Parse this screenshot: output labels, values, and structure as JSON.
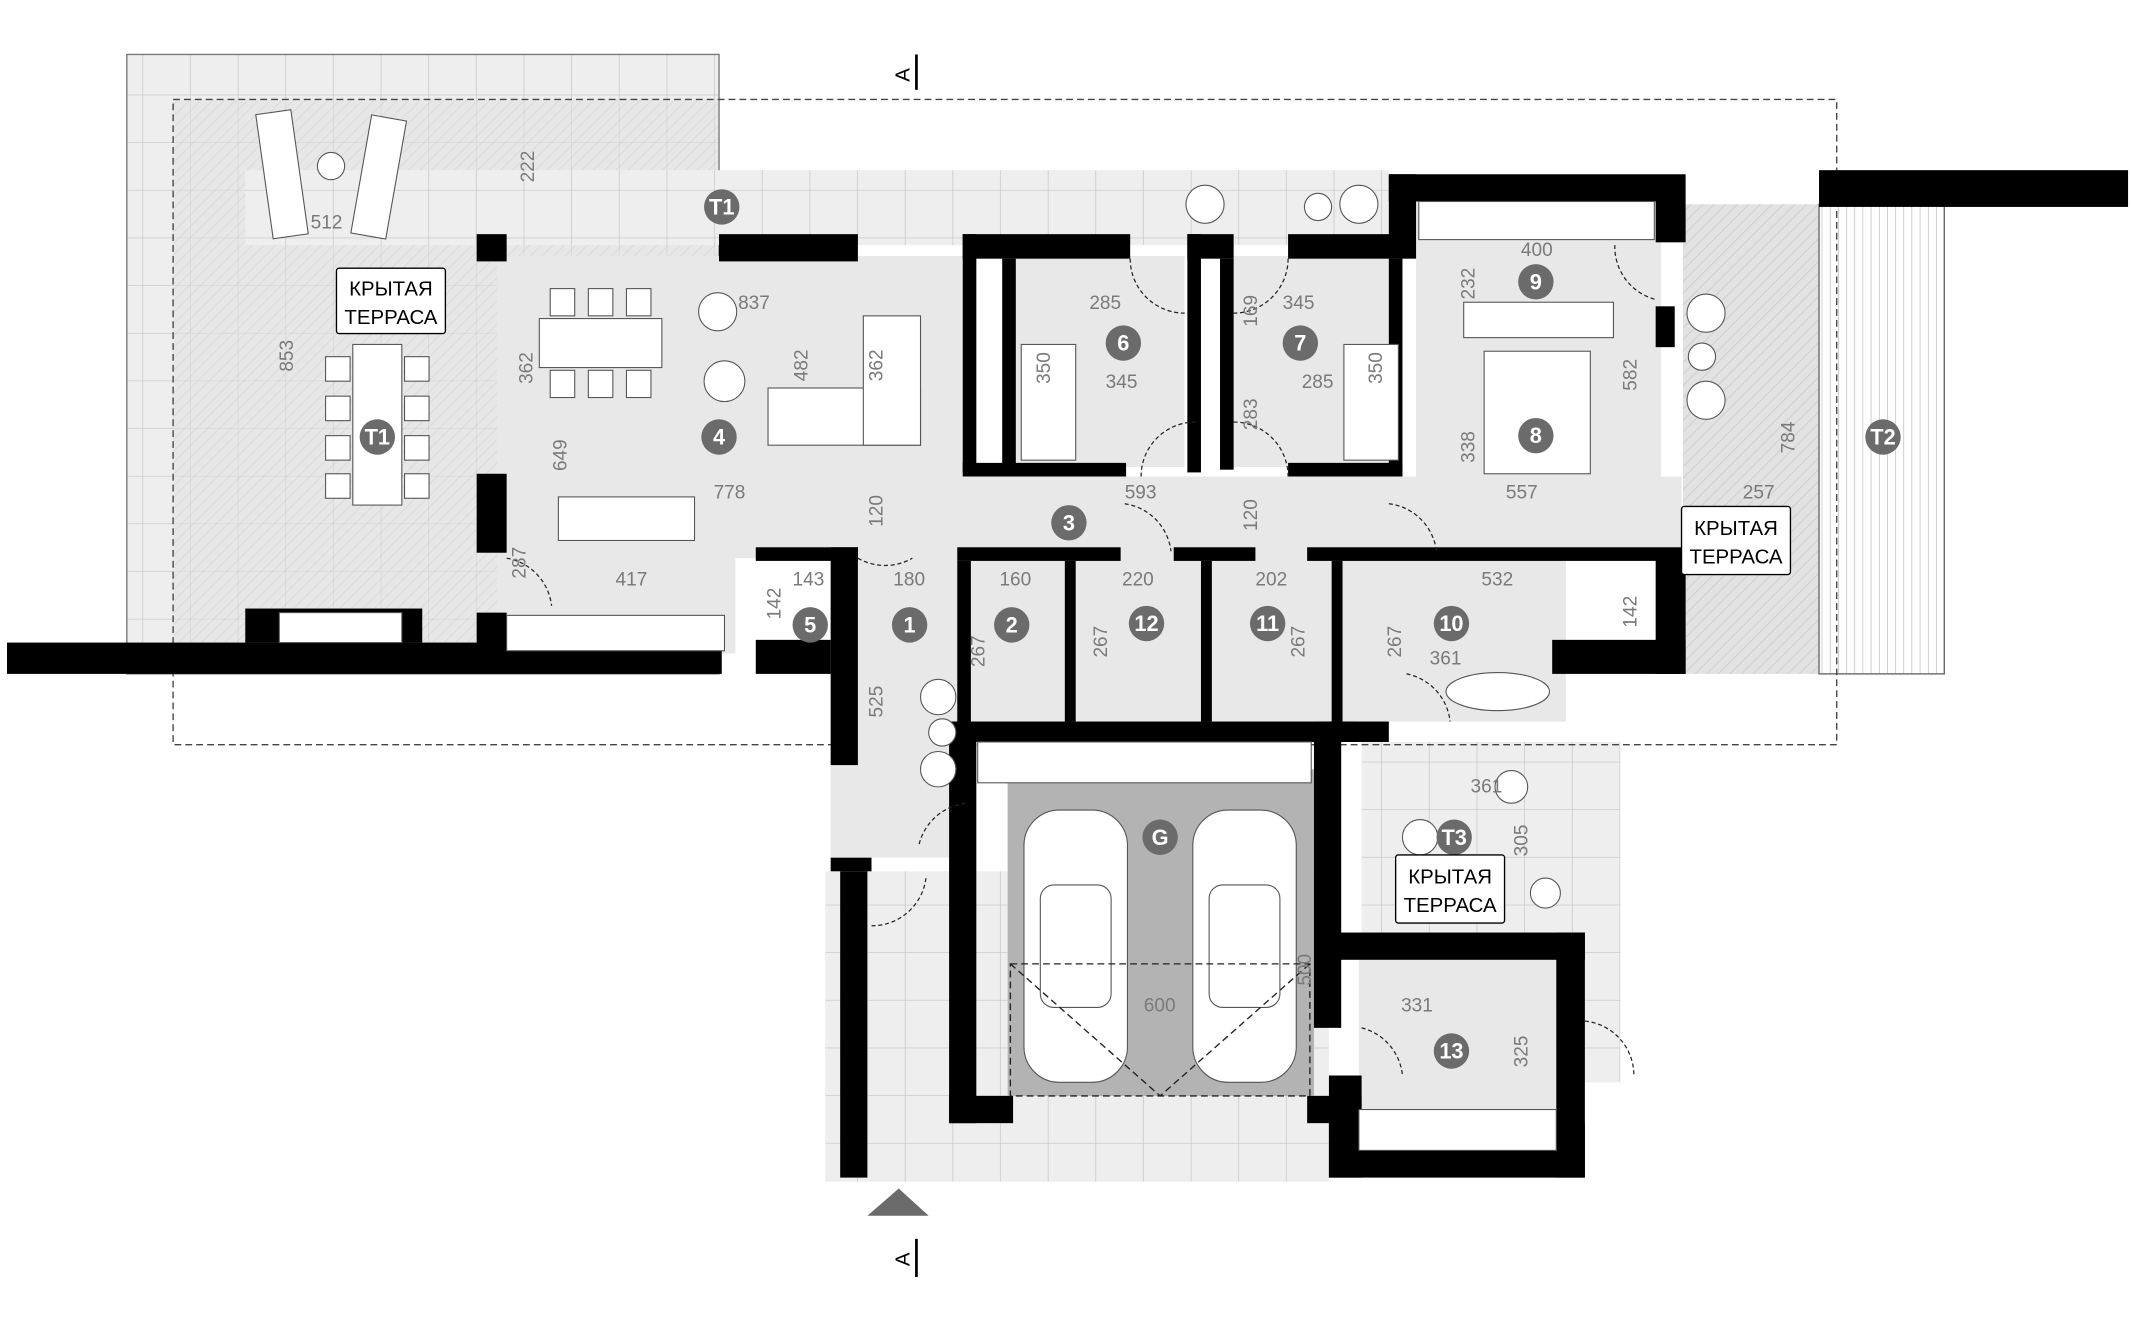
{
  "plan": {
    "rooms": [
      "1",
      "2",
      "3",
      "4",
      "5",
      "6",
      "7",
      "8",
      "9",
      "10",
      "11",
      "12",
      "13",
      "G",
      "T1",
      "T1",
      "T2",
      "T3"
    ],
    "terrace_label": {
      "line1": "КРЫТАЯ",
      "line2": "ТЕРРАСА"
    },
    "section_marker": "A",
    "dims": [
      "512",
      "837",
      "778",
      "417",
      "143",
      "180",
      "160",
      "220",
      "202",
      "532",
      "361",
      "593",
      "557",
      "285",
      "345",
      "345",
      "285",
      "400",
      "257",
      "361",
      "600",
      "331",
      "222",
      "853",
      "362",
      "649",
      "482",
      "362",
      "120",
      "287",
      "142",
      "525",
      "267",
      "267",
      "267",
      "267",
      "350",
      "350",
      "169",
      "283",
      "120",
      "232",
      "582",
      "338",
      "784",
      "142",
      "305",
      "325",
      "500"
    ]
  }
}
